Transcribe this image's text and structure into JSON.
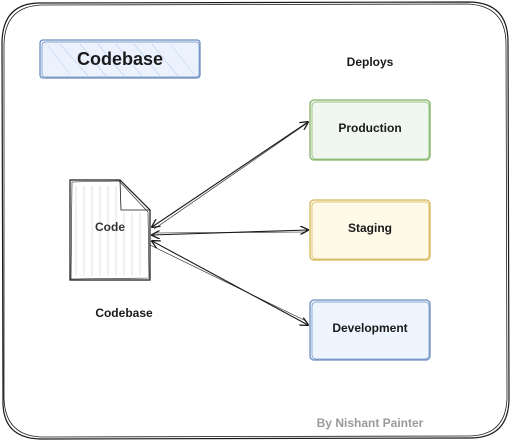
{
  "title": "Codebase",
  "deploys_label": "Deploys",
  "code_label": "Code",
  "codebase_caption": "Codebase",
  "environments": [
    {
      "label": "Production",
      "color": "#82b366"
    },
    {
      "label": "Staging",
      "color": "#d6b656"
    },
    {
      "label": "Development",
      "color": "#6c8ebf"
    }
  ],
  "title_box_color": "#6c8ebf",
  "credit": "By Nishant Painter"
}
